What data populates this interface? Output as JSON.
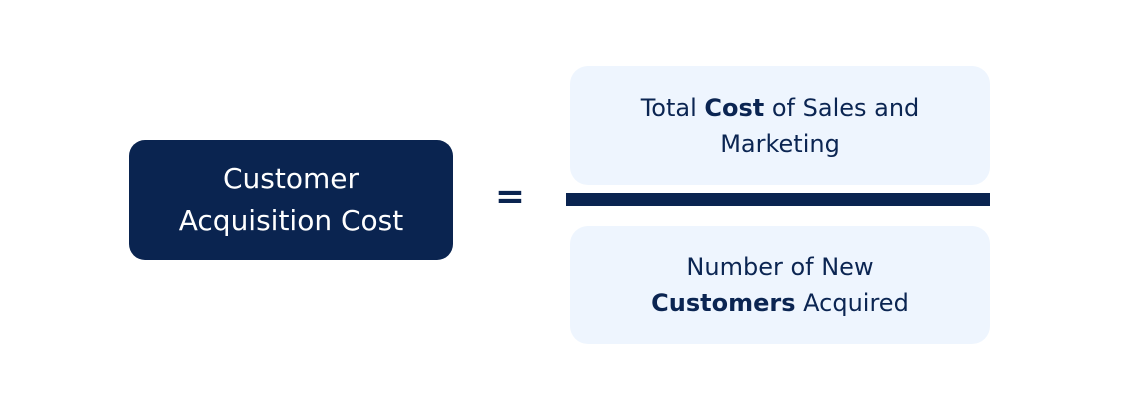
{
  "lhs": {
    "line1": "Customer",
    "line2": "Acquisition Cost"
  },
  "equals": "=",
  "numerator": {
    "pre": "Total ",
    "bold": "Cost",
    "post": " of Sales and Marketing"
  },
  "denominator": {
    "pre": "Number of New ",
    "bold": "Customers",
    "post": " Acquired"
  },
  "colors": {
    "navy": "#0a2450",
    "light": "#eef5fe"
  }
}
